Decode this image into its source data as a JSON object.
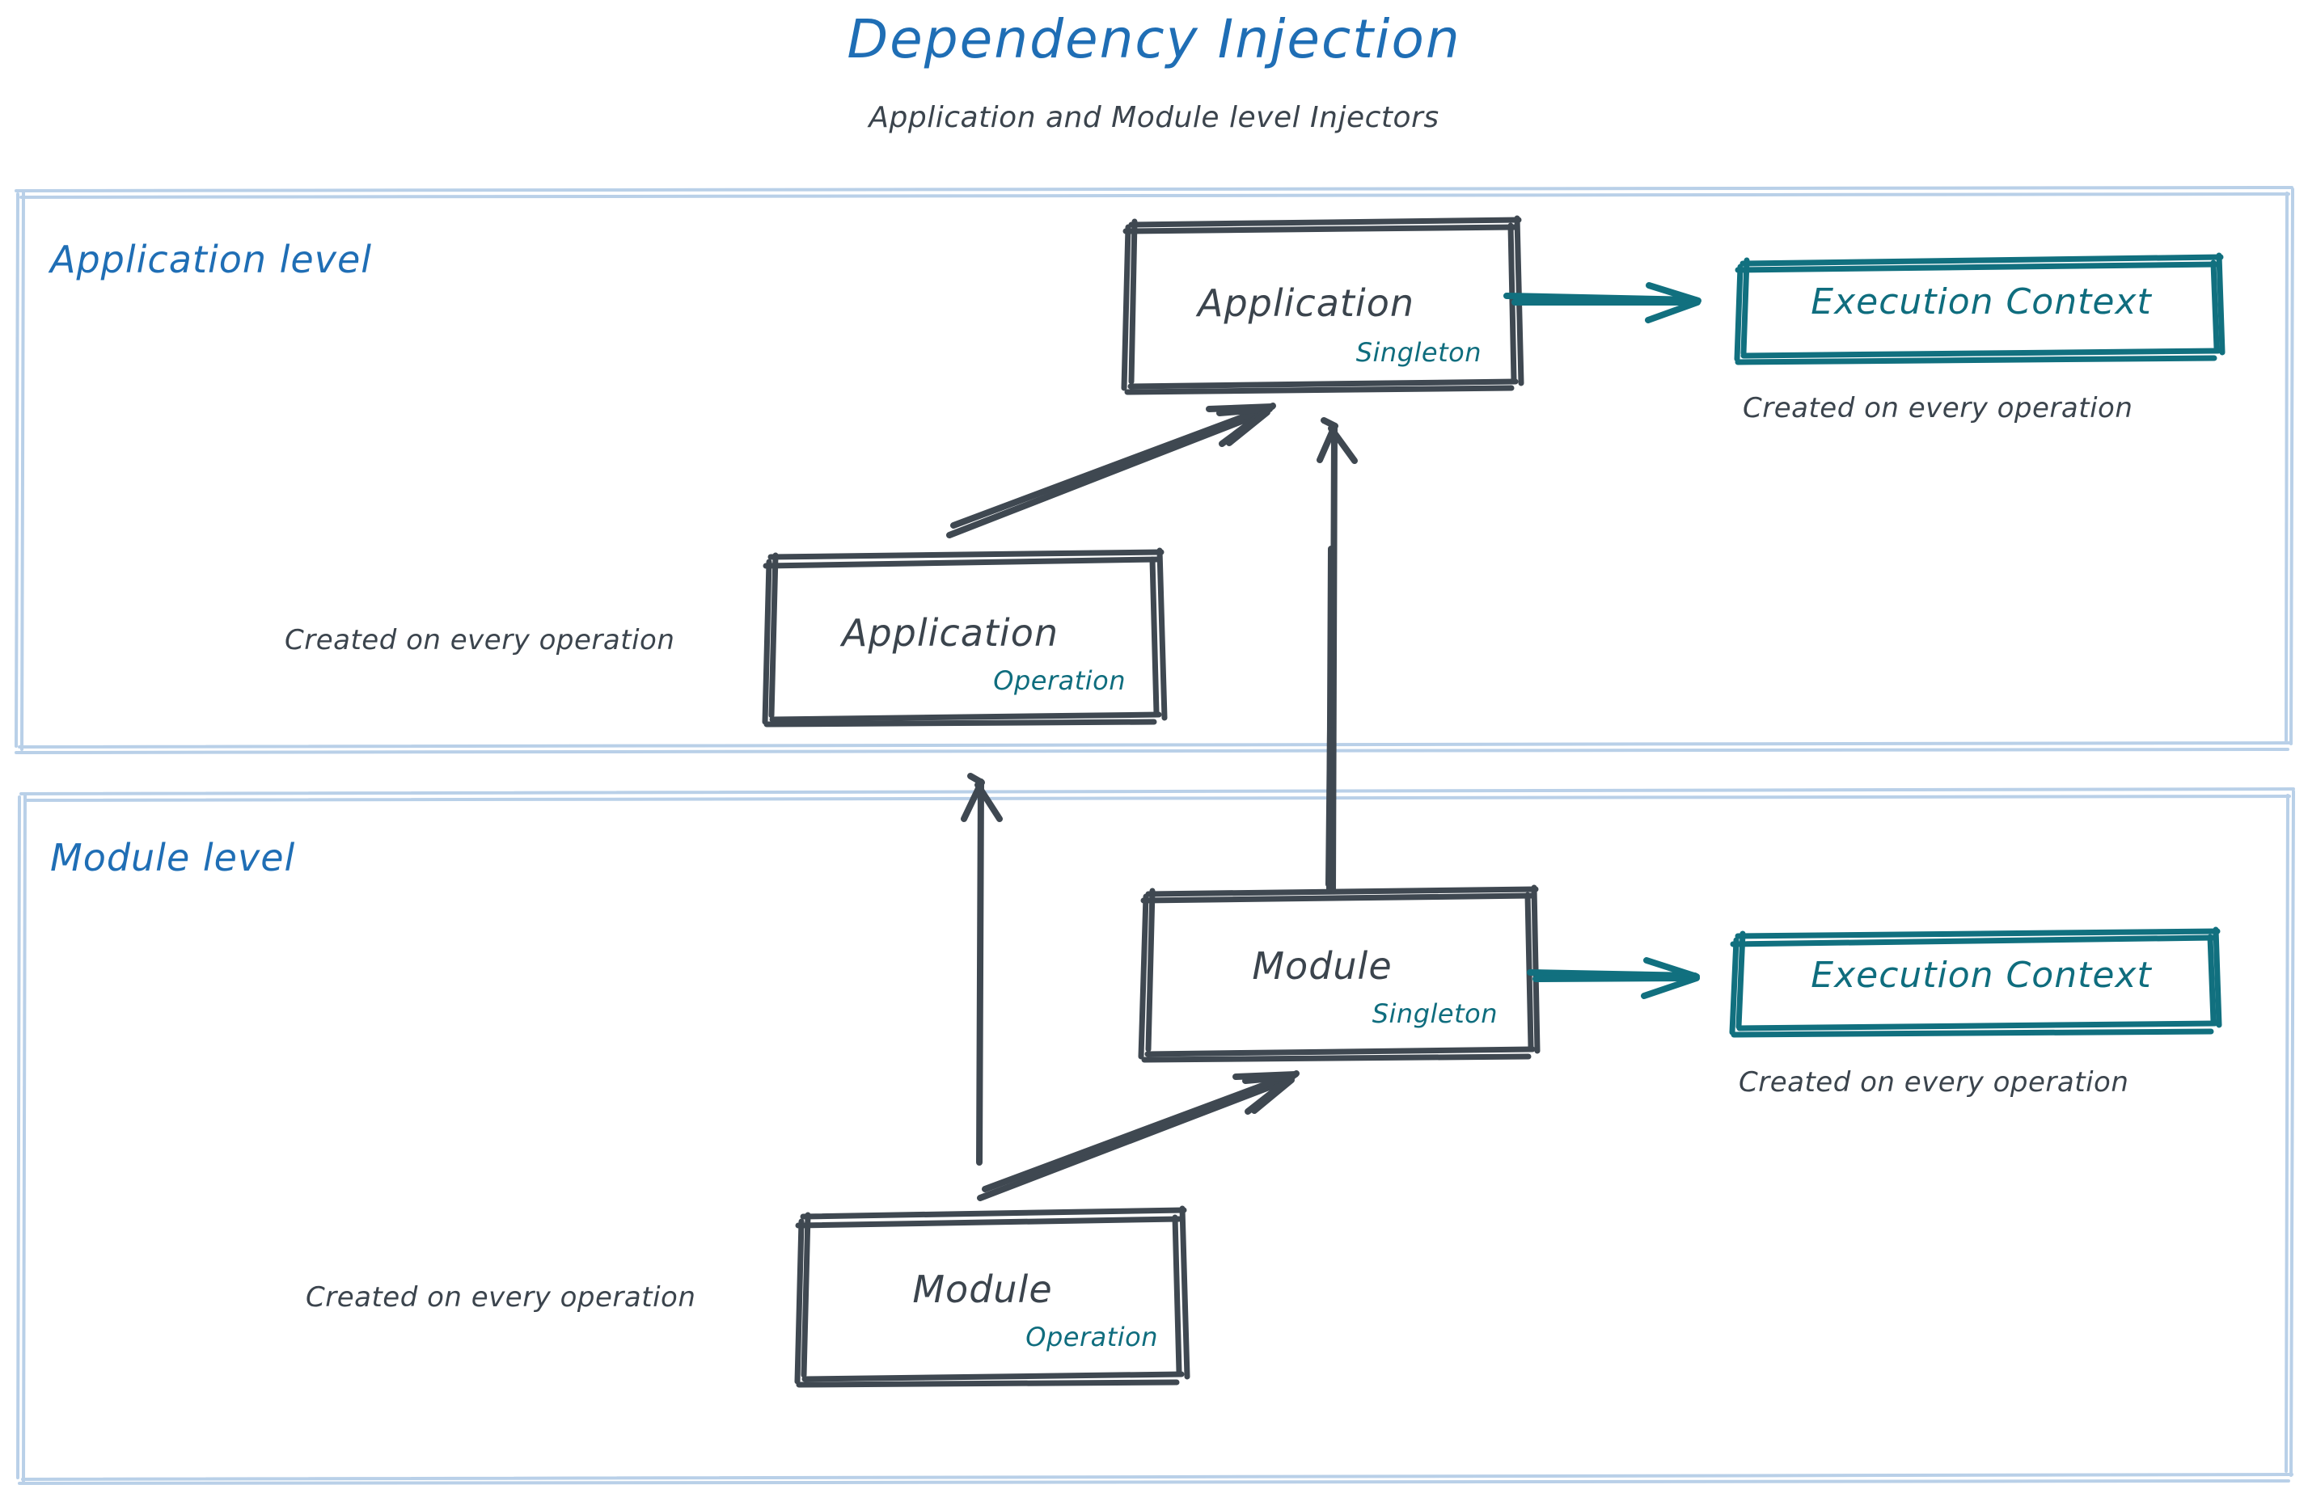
{
  "header": {
    "title": "Dependency Injection",
    "subtitle": "Application and Module level Injectors"
  },
  "colors": {
    "title_blue": "#1f6eb5",
    "section_blue": "#1f6eb5",
    "section_border": "#b9d0e8",
    "node_stroke": "#3f4851",
    "node_text": "#3b444d",
    "scope_teal": "#0f6d7e",
    "note_text": "#3b444d",
    "background": "#ffffff"
  },
  "sections": [
    {
      "id": "application-level",
      "label": "Application level"
    },
    {
      "id": "module-level",
      "label": "Module level"
    }
  ],
  "nodes": {
    "app_singleton": {
      "title": "Application",
      "scope": "Singleton"
    },
    "app_execution_context": {
      "title": "Execution Context",
      "note": "Created on every operation"
    },
    "app_operation": {
      "title": "Application",
      "scope": "Operation",
      "note": "Created on every operation"
    },
    "module_singleton": {
      "title": "Module",
      "scope": "Singleton"
    },
    "module_execution_context": {
      "title": "Execution Context",
      "note": "Created on every operation"
    },
    "module_operation": {
      "title": "Module",
      "scope": "Operation",
      "note": "Created on every operation"
    }
  },
  "edges": [
    {
      "from": "app_operation",
      "to": "app_singleton",
      "style": "diagonal-sketch-arrow",
      "color": "#3f4851"
    },
    {
      "from": "app_singleton",
      "to": "app_execution_context",
      "style": "horizontal-arrow",
      "color": "#0f6d7e"
    },
    {
      "from": "module_singleton",
      "to": "app_singleton",
      "style": "vertical-arrow",
      "color": "#3f4851"
    },
    {
      "from": "module_operation",
      "to": "app_operation",
      "style": "vertical-arrow",
      "color": "#3f4851"
    },
    {
      "from": "module_operation",
      "to": "module_singleton",
      "style": "diagonal-sketch-arrow",
      "color": "#3f4851"
    },
    {
      "from": "module_singleton",
      "to": "module_execution_context",
      "style": "horizontal-arrow",
      "color": "#0f6d7e"
    }
  ]
}
